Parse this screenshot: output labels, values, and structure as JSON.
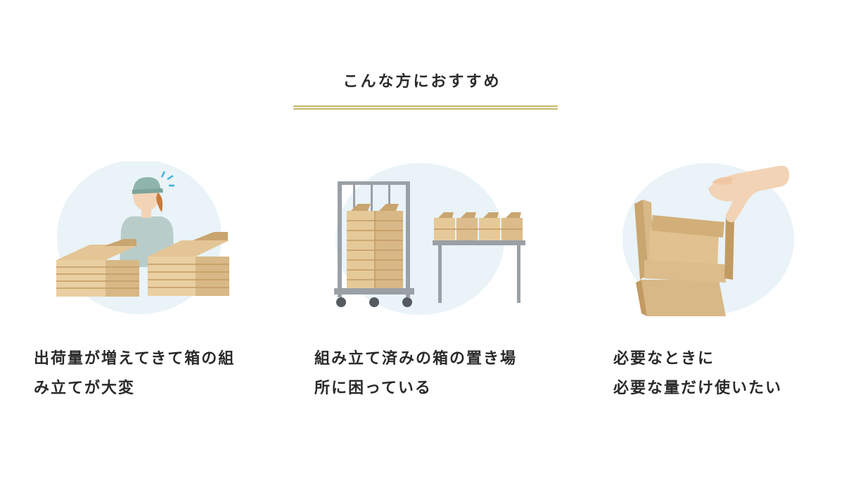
{
  "section": {
    "title": "こんな方におすすめ"
  },
  "recommendations": [
    {
      "lines": [
        "出荷量が増えてきて箱の組",
        "み立てが大変"
      ],
      "icon": "worker-with-box-stacks-icon"
    },
    {
      "lines": [
        "組み立て済みの箱の置き場",
        "所に困っている"
      ],
      "icon": "cart-and-table-with-boxes-icon"
    },
    {
      "lines": [
        "必要なときに",
        "必要な量だけ使いたい"
      ],
      "icon": "hand-lifting-box-icon"
    }
  ],
  "colors": {
    "accent_rule": "#c9b66a",
    "circle_bg": "#e9f3f8",
    "cardboard": "#d8b886",
    "cardboard_dark": "#c29a62",
    "metal": "#9aa0a6"
  }
}
